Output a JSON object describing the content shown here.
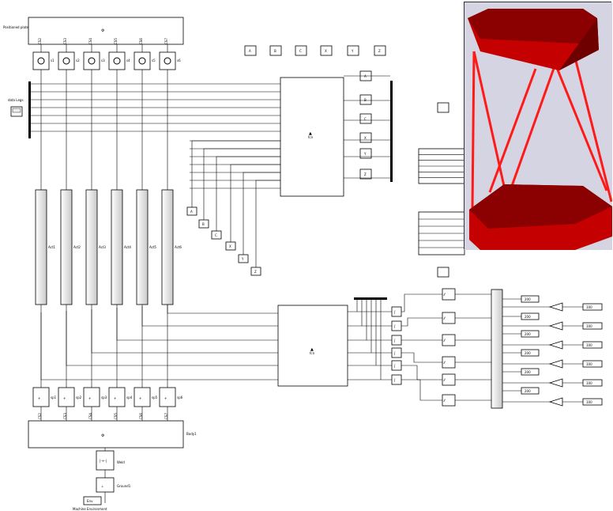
{
  "platforms": {
    "top": "Positioned plate",
    "bottom": "Body1"
  },
  "blocks": {
    "sensor_bus": "data Legs",
    "weld": "Weld",
    "ground": "Ground1",
    "env_short": "Env",
    "env": "Machine Environment",
    "fcn": "fcn"
  },
  "top_cs": [
    "CS2",
    "CS3",
    "CS4",
    "CS5",
    "CS6",
    "CS7"
  ],
  "top_joints": [
    "s1",
    "s2",
    "s3",
    "s4",
    "s5",
    "s6"
  ],
  "actuators": [
    "Act1",
    "Act2",
    "Act3",
    "Act4",
    "Act5",
    "Act6"
  ],
  "bottom_joints": [
    "sp1",
    "sp2",
    "sp3",
    "sp4",
    "sp5",
    "sp6"
  ],
  "bottom_cs": [
    "CS2",
    "CS3",
    "CS4",
    "CS5",
    "CS6",
    "CS7"
  ],
  "pose_labels": [
    "A",
    "B",
    "C",
    "X",
    "Y",
    "Z"
  ],
  "pose_values": [
    "A",
    "B",
    "C",
    "X",
    "Y",
    "Z"
  ],
  "const_200": [
    "200",
    "200",
    "200",
    "200",
    "200",
    "200"
  ],
  "const_100": [
    "100",
    "100",
    "100",
    "100",
    "100",
    "100"
  ],
  "colors": {
    "platform_top": "#8b0000",
    "platform_side": "#c40000",
    "legs": "#ff1a1a",
    "viewer_bg": "#d6d6e0"
  }
}
